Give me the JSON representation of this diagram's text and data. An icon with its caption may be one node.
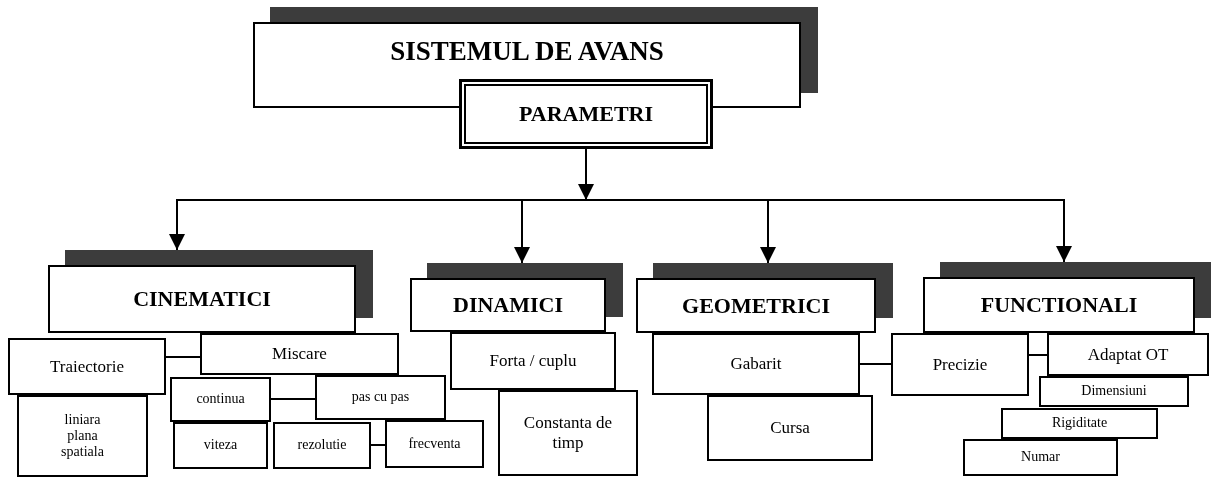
{
  "diagram": {
    "nodes": [
      {
        "text": [
          "SISTEMUL DE AVANS"
        ]
      },
      {
        "text": [
          "PARAMETRI"
        ]
      },
      {
        "text": [
          "CINEMATICI"
        ]
      },
      {
        "text": [
          "DINAMICI"
        ]
      },
      {
        "text": [
          "GEOMETRICI"
        ]
      },
      {
        "text": [
          "FUNCTIONALI"
        ]
      },
      {
        "text": [
          "Traiectorie"
        ]
      },
      {
        "text": [
          "Miscare"
        ]
      },
      {
        "text": [
          "liniara plana spatiala"
        ]
      },
      {
        "text": [
          "continua"
        ]
      },
      {
        "text": [
          "pas cu pas"
        ]
      },
      {
        "text": [
          "viteza"
        ]
      },
      {
        "text": [
          "rezolutie"
        ]
      },
      {
        "text": [
          "frecventa"
        ]
      },
      {
        "text": [
          "Forta / cuplu"
        ]
      },
      {
        "text": [
          "Constanta de timp"
        ]
      },
      {
        "text": [
          "Gabarit"
        ]
      },
      {
        "text": [
          "Cursa"
        ]
      },
      {
        "text": [
          "Precizie"
        ]
      },
      {
        "text": [
          "Adaptat OT"
        ]
      },
      {
        "text": [
          "Dimensiuni"
        ]
      },
      {
        "text": [
          "Rigiditate"
        ]
      },
      {
        "text": [
          "Numar"
        ]
      }
    ],
    "edges": [
      {
        "from": 1,
        "to": 2,
        "arrow": "to"
      },
      {
        "from": 1,
        "to": 3,
        "arrow": "to"
      },
      {
        "from": 1,
        "to": 4,
        "arrow": "to"
      },
      {
        "from": 1,
        "to": 5,
        "arrow": "to"
      },
      {
        "from": 6,
        "to": 7,
        "arrow": "none"
      },
      {
        "from": 9,
        "to": 10,
        "arrow": "none"
      },
      {
        "from": 12,
        "to": 13,
        "arrow": "none"
      },
      {
        "from": 16,
        "to": 18,
        "arrow": "none"
      },
      {
        "from": 18,
        "to": 19,
        "arrow": "none"
      }
    ]
  }
}
